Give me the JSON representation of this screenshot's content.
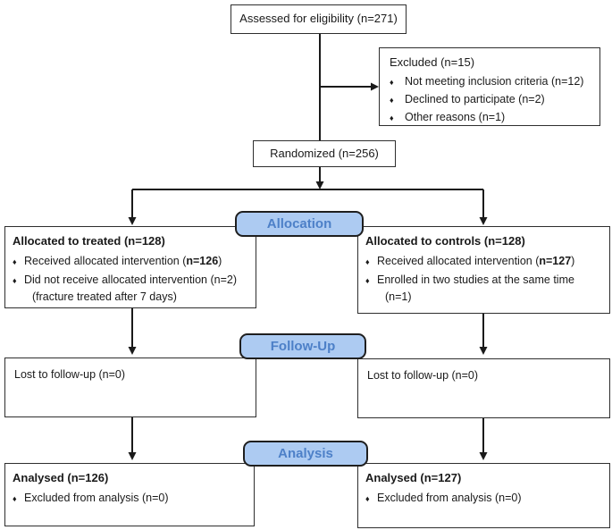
{
  "icons": {
    "bullet": "♦"
  },
  "colors": {
    "stage_fill": "#adcbf2",
    "stage_text": "#4d80c8",
    "line": "#1a1a1a",
    "box_border": "#2e2e2e"
  },
  "stage_labels": {
    "allocation": "Allocation",
    "follow_up": "Follow-Up",
    "analysis": "Analysis"
  },
  "boxes": {
    "assessed": {
      "text": "Assessed for eligibility (n=271)"
    },
    "excluded": {
      "title": "Excluded  (n=15)",
      "items": [
        "Not meeting inclusion criteria (n=12)",
        "Declined to participate (n=2)",
        "Other reasons (n=1)"
      ]
    },
    "randomized": {
      "text": "Randomized (n=256)"
    },
    "allocation_left": {
      "title": "Allocated to treated (n=128)",
      "item1_prefix": "Received allocated intervention (",
      "item1_bold": "n=126",
      "item1_suffix": ")",
      "item2": "Did not receive allocated intervention (n=2)",
      "item2_continuation": "(fracture treated after 7 days)"
    },
    "allocation_right": {
      "title": "Allocated to controls (n=128)",
      "item1_prefix": "Received allocated intervention (",
      "item1_bold": "n=127",
      "item1_suffix": ")",
      "item2": "Enrolled in two studies at the same time",
      "item2_continuation": "(n=1)"
    },
    "followup_left": {
      "text": "Lost to follow-up (n=0)"
    },
    "followup_right": {
      "text": "Lost to follow-up (n=0)"
    },
    "analysis_left": {
      "title": "Analysed  (n=126)",
      "item": "Excluded from analysis (n=0)"
    },
    "analysis_right": {
      "title": "Analysed  (n=127)",
      "item": "Excluded from analysis (n=0)"
    }
  }
}
